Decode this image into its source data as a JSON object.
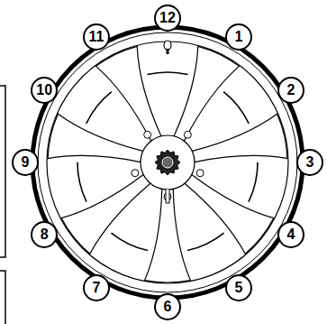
{
  "diagram": {
    "nodes": [
      {
        "text": [
          "1"
        ]
      },
      {
        "text": [
          "2"
        ]
      },
      {
        "text": [
          "3"
        ]
      },
      {
        "text": [
          "4"
        ]
      },
      {
        "text": [
          "5"
        ]
      },
      {
        "text": [
          "6"
        ]
      },
      {
        "text": [
          "7"
        ]
      },
      {
        "text": [
          "8"
        ]
      },
      {
        "text": [
          "9"
        ]
      },
      {
        "text": [
          "10"
        ]
      },
      {
        "text": [
          "11"
        ]
      },
      {
        "text": [
          "12"
        ]
      }
    ]
  }
}
